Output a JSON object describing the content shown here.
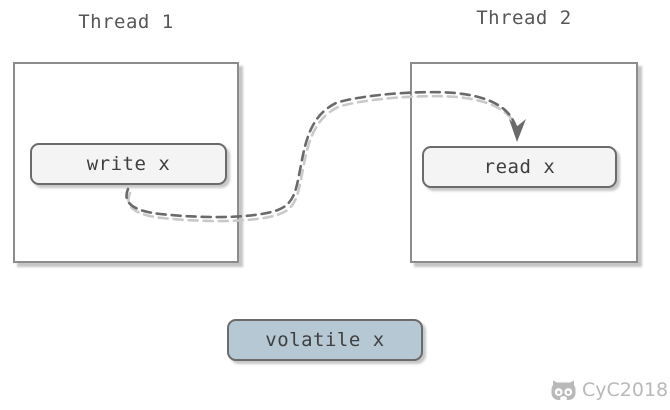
{
  "diagram": {
    "thread1": {
      "title": "Thread 1",
      "node_label": "write x"
    },
    "thread2": {
      "title": "Thread 2",
      "node_label": "read x"
    },
    "volatile_node": {
      "label": "volatile x"
    },
    "arrow": {
      "from": "write x",
      "to": "read x",
      "style": "dashed-double"
    },
    "watermark": {
      "text": "CyC2018",
      "icon": "octocat-icon"
    },
    "colors": {
      "thread_box_border": "#8c8c8c",
      "node_border": "#6b6b6b",
      "node_fill": "#f4f4f4",
      "volatile_fill": "#b6c8d4",
      "arrow_dark": "#6a6a6a",
      "arrow_light": "#c9c9c9",
      "label_text": "#3f3f3f",
      "title_text": "#565656",
      "watermark_text": "#b9b9b9"
    }
  }
}
